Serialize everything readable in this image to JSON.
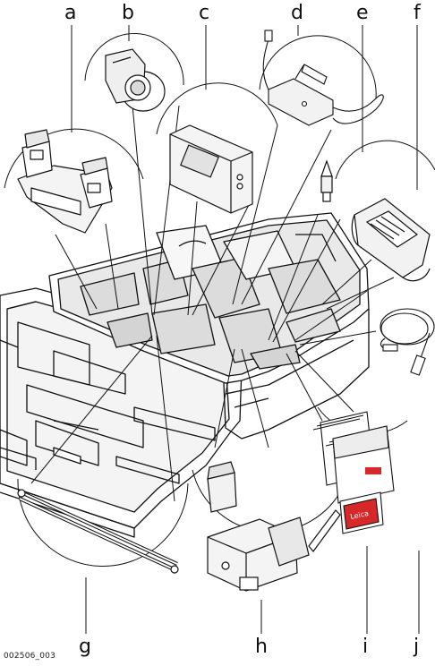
{
  "figure": {
    "code": "002506_003",
    "labels": {
      "a": "a",
      "b": "b",
      "c": "c",
      "d": "d",
      "e": "e",
      "f": "f",
      "g": "g",
      "h": "h",
      "i": "i",
      "j": "j"
    }
  },
  "items": [
    {
      "id": "a",
      "icon": "bracket-holder-icon"
    },
    {
      "id": "b",
      "icon": "lens-adapter-icon"
    },
    {
      "id": "c",
      "icon": "battery-pack-icon"
    },
    {
      "id": "d",
      "icon": "car-charger-icon"
    },
    {
      "id": "e",
      "icon": "antenna-tip-icon"
    },
    {
      "id": "f",
      "icon": "battery-cover-icon"
    },
    {
      "id": "g",
      "icon": "telescopic-antenna-icon"
    },
    {
      "id": "h",
      "icon": "radio-module-icon"
    },
    {
      "id": "i",
      "icon": "manuals-and-card-icon"
    },
    {
      "id": "j",
      "icon": "cable-icon"
    }
  ],
  "colors": {
    "line": "#111111",
    "case_inner": "#e9e9e9",
    "accent_red": "#d62828"
  }
}
